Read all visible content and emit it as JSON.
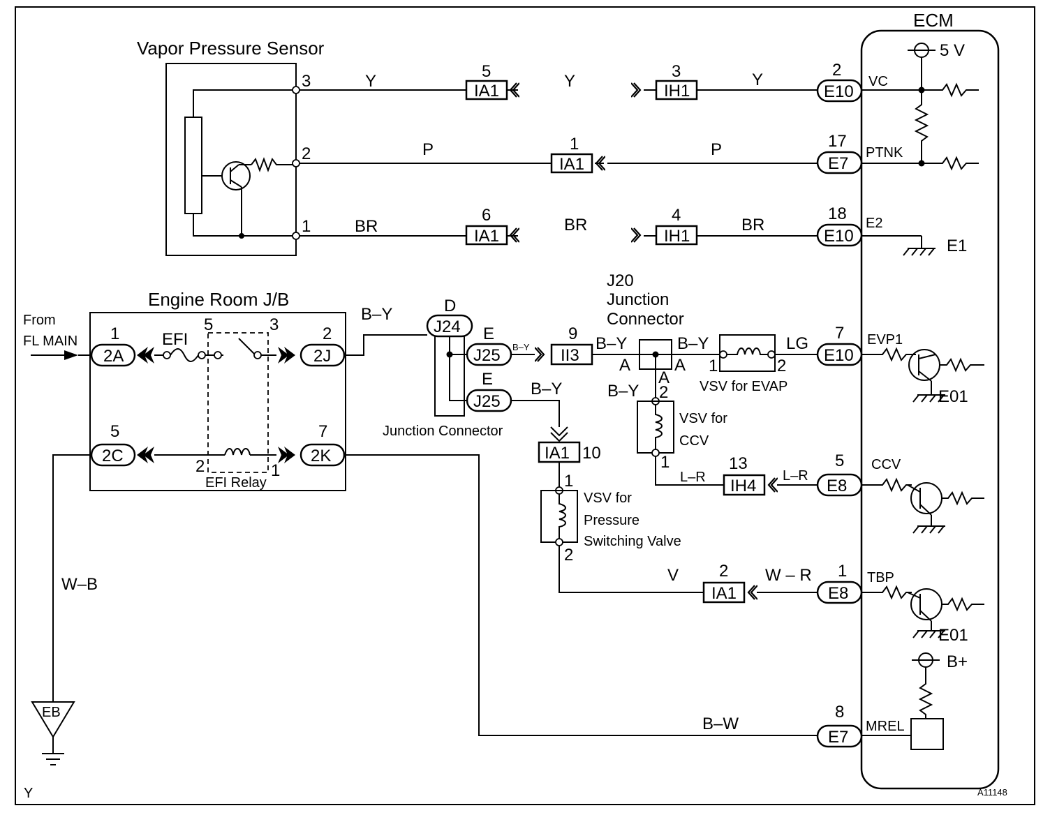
{
  "labels": {
    "ecm": "ECM",
    "vapor_sensor": "Vapor Pressure Sensor",
    "engine_room_jb": "Engine Room J/B",
    "from": "From",
    "fl_main": "FL MAIN",
    "efi": "EFI",
    "efi_relay": "EFI Relay",
    "junction_connector": "Junction Connector",
    "j20_l1": "J20",
    "j20_l2": "Junction",
    "j20_l3": "Connector",
    "vsv_evap": "VSV for EVAP",
    "vsv_ccv_l1": "VSV for",
    "vsv_ccv_l2": "CCV",
    "vsv_psv_l1": "VSV for",
    "vsv_psv_l2": "Pressure",
    "vsv_psv_l3": "Switching Valve",
    "five_v": "5 V",
    "b_plus": "B+",
    "e1": "E1",
    "e01_a": "E01",
    "e01_b": "E01",
    "eb": "EB",
    "corner_y": "Y",
    "fig_id": "A11148"
  },
  "ecm_pins": {
    "vc": "VC",
    "ptnk": "PTNK",
    "e2": "E2",
    "evp1": "EVP1",
    "ccv": "CCV",
    "tbp": "TBP",
    "mrel": "MREL"
  },
  "wire_colors": {
    "y1": "Y",
    "y2": "Y",
    "y3": "Y",
    "p1": "P",
    "p2": "P",
    "br1": "BR",
    "br2": "BR",
    "br3": "BR",
    "by_jb": "B–Y",
    "by_j25": "B–Y",
    "by_ii3": "B–Y",
    "by_j20r": "B–Y",
    "by_j25b": "B–Y",
    "by_ccv": "B–Y",
    "lg": "LG",
    "lr1": "L–R",
    "lr2": "L–R",
    "v": "V",
    "wr": "W – R",
    "wb": "W–B",
    "bw": "B–W"
  },
  "connectors": {
    "ia1_a": "IA1",
    "ia1_b": "IA1",
    "ia1_c": "IA1",
    "ia1_d": "IA1",
    "ia1_e": "IA1",
    "ih1_a": "IH1",
    "ih1_b": "IH1",
    "ih4": "IH4",
    "ii3": "II3",
    "e10_a": "E10",
    "e7_a": "E7",
    "e10_b": "E10",
    "e10_c": "E10",
    "e8_a": "E8",
    "e8_b": "E8",
    "e7_b": "E7",
    "c2a": "2A",
    "c2c": "2C",
    "c2j": "2J",
    "c2k": "2K",
    "j24": "J24",
    "j25_a": "J25",
    "j25_b": "J25"
  },
  "pins": {
    "vps3": "3",
    "vps2": "2",
    "vps1": "1",
    "ia1_a": "5",
    "ih1_a": "3",
    "e10_a": "2",
    "ia1_b": "1",
    "e7_a": "17",
    "ia1_c": "6",
    "ih1_b": "4",
    "e10_b": "18",
    "c2a": "1",
    "c2c": "5",
    "c2j": "2",
    "c2k": "7",
    "relay5": "5",
    "relay3": "3",
    "relay2": "2",
    "relay1": "1",
    "j24": "D",
    "j25_a": "E",
    "j25_b": "E",
    "ii3": "9",
    "j20_al": "A",
    "j20_ar": "A",
    "j20_ab": "A",
    "evap1": "1",
    "evap2": "2",
    "e10_c": "7",
    "ccv2": "2",
    "ccv1": "1",
    "ih4": "13",
    "e8_a": "5",
    "ia1_d": "10",
    "psv1": "1",
    "psv2": "2",
    "ia1_e": "2",
    "e8_b": "1",
    "e7_b": "8"
  }
}
